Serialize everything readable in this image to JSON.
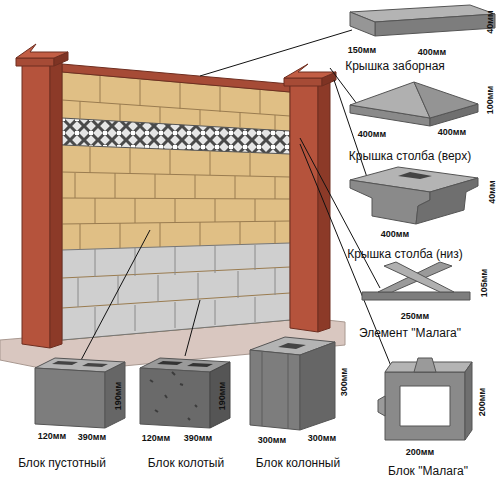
{
  "diagram": {
    "labels": [
      "40мм",
      "150мм",
      "400мм",
      "Крышка заборная",
      "100мм",
      "400мм",
      "400мм",
      "Крышка столба (верх)",
      "40мм",
      "400мм",
      "Крышка столба (низ)",
      "105мм",
      "250мм",
      "Элемент \"Малага\"",
      "190мм",
      "120мм",
      "390мм",
      "Блок пустотный",
      "190мм",
      "120мм",
      "390мм",
      "Блок колотый",
      "300мм",
      "300мм",
      "300мм",
      "Блок колонный",
      "200мм",
      "200мм",
      "Блок \"Малага\""
    ]
  }
}
